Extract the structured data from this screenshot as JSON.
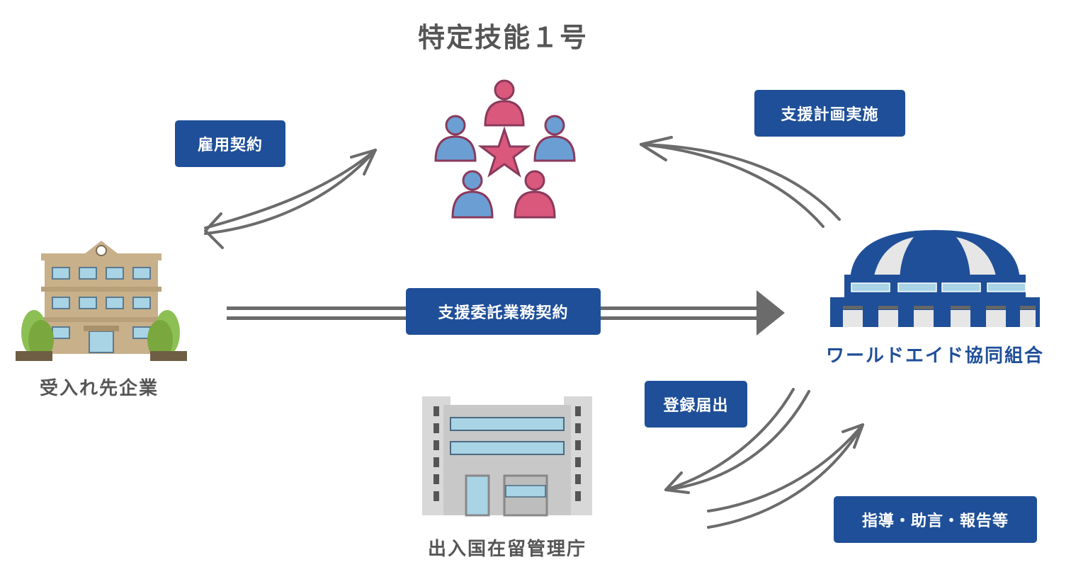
{
  "title": "特定技能１号",
  "nodes": {
    "workers": {
      "icon": "people-group-star-icon"
    },
    "employer": {
      "label": "受入れ先企業",
      "icon": "school-building-icon"
    },
    "union": {
      "label": "ワールドエイド協同組合",
      "icon": "dome-building-icon"
    },
    "immigration": {
      "label": "出入国在留管理庁",
      "icon": "office-building-icon"
    }
  },
  "relations": {
    "employment": {
      "label": "雇用契約",
      "direction": "bidirectional",
      "from": "employer",
      "to": "workers"
    },
    "support_plan": {
      "label": "支援計画実施",
      "direction": "one-way",
      "from": "union",
      "to": "workers"
    },
    "support_outsourcing": {
      "label": "支援委託業務契約",
      "direction": "one-way",
      "from": "employer",
      "to": "union"
    },
    "registration": {
      "label": "登録届出",
      "direction": "one-way",
      "from": "union",
      "to": "immigration"
    },
    "guidance": {
      "label": "指導・助言・報告等",
      "direction": "one-way",
      "from": "immigration",
      "to": "union"
    }
  },
  "colors": {
    "badge": "#1f4f98",
    "arrow": "#6b6b6b",
    "text": "#555555",
    "pink": "#d9587c",
    "blue_person": "#6b9fd4",
    "outline": "#8a3a5c"
  }
}
